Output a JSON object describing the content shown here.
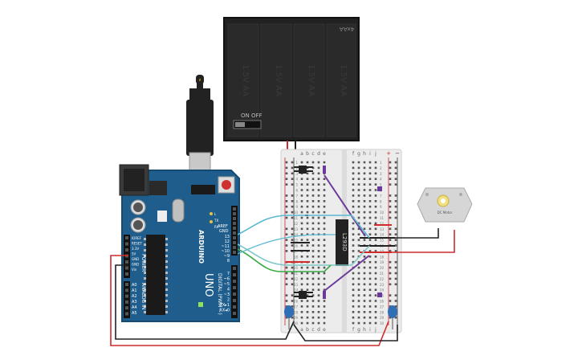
{
  "battery": {
    "label": "4xAA",
    "switch_on": "ON",
    "switch_off": "OFF",
    "cell_label": "1.5V AA"
  },
  "arduino": {
    "brand": "ARDUINO",
    "model": "UNO",
    "power_header": "POWER",
    "analog_header": "ANALOG IN",
    "digital_header": "DIGITAL (PWM ~)",
    "aref": "AREF",
    "gnd": "GND",
    "pins_digital_top": [
      "13",
      "12",
      "~11",
      "~10",
      "~9",
      "8"
    ],
    "pins_digital_bottom": [
      "7",
      "~6",
      "~5",
      "4",
      "~3",
      "2",
      "TX▸1",
      "RX◂0"
    ],
    "pins_power": [
      "IOREF",
      "RESET",
      "3.3V",
      "5V",
      "GND",
      "GND",
      "Vin"
    ],
    "pins_analog": [
      "A0",
      "A1",
      "A2",
      "A3",
      "A4",
      "A5"
    ],
    "led_labels": [
      "L",
      "TX",
      "RX"
    ]
  },
  "breadboard": {
    "cols_left": [
      "a",
      "b",
      "c",
      "d",
      "e"
    ],
    "cols_right": [
      "f",
      "g",
      "h",
      "i",
      "j"
    ],
    "rows": [
      "1",
      "2",
      "3",
      "4",
      "5",
      "6",
      "7",
      "8",
      "9",
      "10",
      "11",
      "12",
      "13",
      "14",
      "15",
      "16",
      "17",
      "18",
      "19",
      "20",
      "21",
      "22",
      "23",
      "24",
      "25",
      "26",
      "27",
      "28",
      "29",
      "30"
    ],
    "rail_plus": "+",
    "rail_minus": "−"
  },
  "chip": {
    "label": "L293D"
  },
  "motor": {
    "label": "DC Motor"
  },
  "colors": {
    "battery": "#222222",
    "arduino": "#1f5e8c",
    "breadboard": "#f0f0f0",
    "wire_red": "#d02a2a",
    "wire_black": "#222222",
    "wire_cyan": "#5ab8d0",
    "wire_teal": "#7fc8c8",
    "wire_green": "#3aaa44",
    "wire_purple": "#6b3a9a",
    "capacitor": "#2f6fb6"
  }
}
